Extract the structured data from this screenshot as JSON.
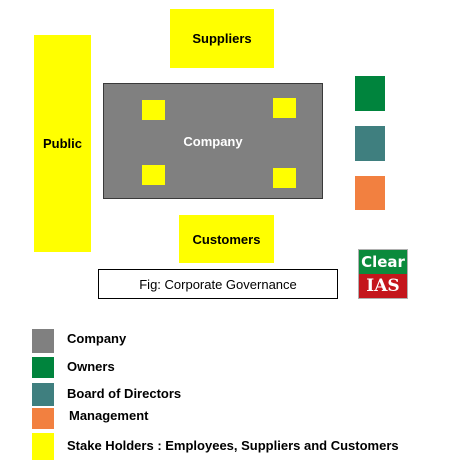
{
  "diagram": {
    "public_label": "Public",
    "suppliers_label": "Suppliers",
    "customers_label": "Customers",
    "company_label": "Company",
    "caption": "Fig: Corporate Governance"
  },
  "logo": {
    "top_text": "Clear",
    "bottom_text": "IAS"
  },
  "legend": {
    "items": [
      {
        "label": "Company",
        "color": "#808080"
      },
      {
        "label": "Owners",
        "color": "#00843d"
      },
      {
        "label": "Board of Directors",
        "color": "#3f7f7f"
      },
      {
        "label": "Management",
        "color": "#f28040"
      },
      {
        "label": "Stake Holders : Employees, Suppliers and Customers",
        "color": "#ffff00"
      }
    ]
  },
  "colors": {
    "stakeholder": "#ffff00",
    "company": "#808080",
    "owners": "#00843d",
    "board": "#3f7f7f",
    "management": "#f28040"
  }
}
